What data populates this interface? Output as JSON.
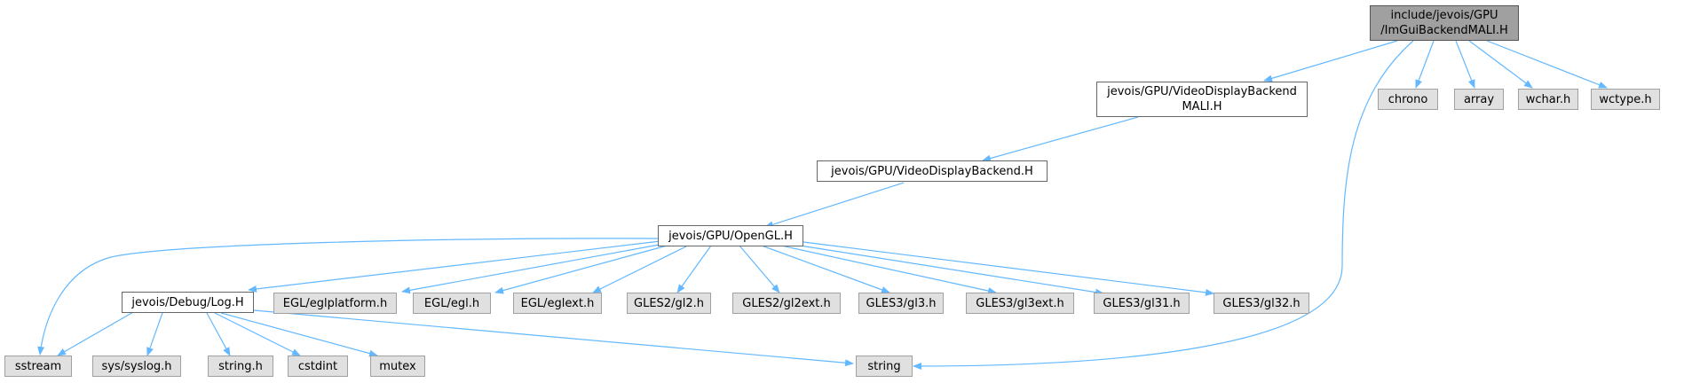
{
  "colors": {
    "edge": "#63b8ff",
    "current_fill": "#a0a0a0",
    "system_fill": "#e0e0e0",
    "local_fill": "#ffffff"
  },
  "nodes": {
    "root": {
      "line1": "include/jevois/GPU",
      "line2": "/ImGuiBackendMALI.H"
    },
    "vdb_mali": {
      "line1": "jevois/GPU/VideoDisplayBackend",
      "line2": "MALI.H"
    },
    "vdb": "jevois/GPU/VideoDisplayBackend.H",
    "opengl": "jevois/GPU/OpenGL.H",
    "log": "jevois/Debug/Log.H",
    "chrono": "chrono",
    "array": "array",
    "wchar": "wchar.h",
    "wctype": "wctype.h",
    "eglplatform": "EGL/eglplatform.h",
    "egl": "EGL/egl.h",
    "eglext": "EGL/eglext.h",
    "gl2": "GLES2/gl2.h",
    "gl2ext": "GLES2/gl2ext.h",
    "gl3": "GLES3/gl3.h",
    "gl3ext": "GLES3/gl3ext.h",
    "gl31": "GLES3/gl31.h",
    "gl32": "GLES3/gl32.h",
    "sstream": "sstream",
    "syslog": "sys/syslog.h",
    "stringh": "string.h",
    "cstdint": "cstdint",
    "mutex": "mutex",
    "string": "string"
  }
}
